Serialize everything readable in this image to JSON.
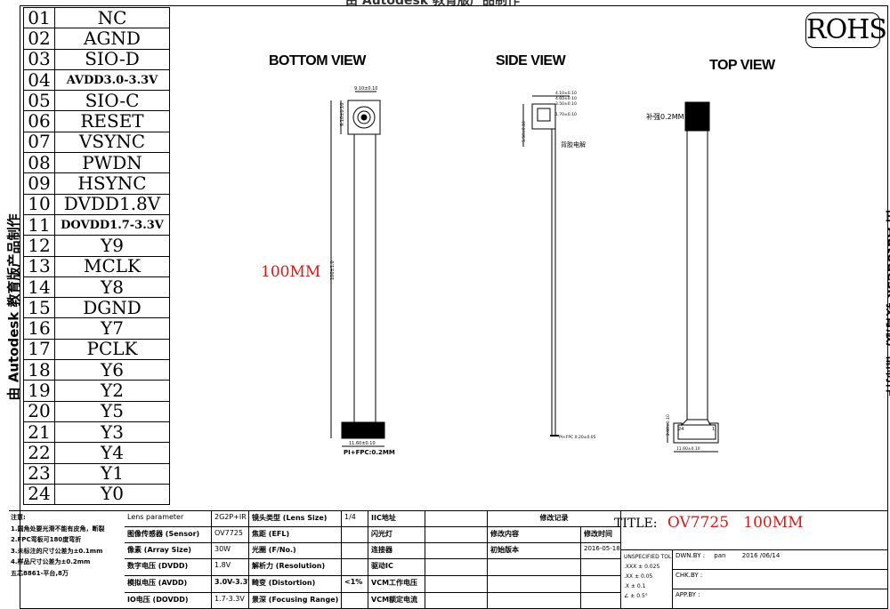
{
  "pins": [
    {
      "num": "01",
      "name": "NC"
    },
    {
      "num": "02",
      "name": "AGND"
    },
    {
      "num": "03",
      "name": "SIO-D"
    },
    {
      "num": "04",
      "name": "AVDD3.0-3.3V",
      "small": true
    },
    {
      "num": "05",
      "name": "SIO-C"
    },
    {
      "num": "06",
      "name": "RESET"
    },
    {
      "num": "07",
      "name": "VSYNC"
    },
    {
      "num": "08",
      "name": "PWDN"
    },
    {
      "num": "09",
      "name": "HSYNC"
    },
    {
      "num": "10",
      "name": "DVDD1.8V"
    },
    {
      "num": "11",
      "name": "DOVDD1.7-3.3V",
      "small": true
    },
    {
      "num": "12",
      "name": "Y9"
    },
    {
      "num": "13",
      "name": "MCLK"
    },
    {
      "num": "14",
      "name": "Y8"
    },
    {
      "num": "15",
      "name": "DGND"
    },
    {
      "num": "16",
      "name": "Y7"
    },
    {
      "num": "17",
      "name": "PCLK"
    },
    {
      "num": "18",
      "name": "Y6"
    },
    {
      "num": "19",
      "name": "Y2"
    },
    {
      "num": "20",
      "name": "Y5"
    },
    {
      "num": "21",
      "name": "Y3"
    },
    {
      "num": "22",
      "name": "Y4"
    },
    {
      "num": "23",
      "name": "Y1"
    },
    {
      "num": "24",
      "name": "Y0"
    }
  ],
  "rohs": "ROHS",
  "views": {
    "bottom": "BOTTOM VIEW",
    "side": "SIDE VIEW",
    "top": "TOP VIEW"
  },
  "watermark": "由 Autodesk 教育版产品制作",
  "length_label": "100MM",
  "annotations": {
    "stiffener": "补强0.2MM",
    "glue": "背胶电解",
    "pi_fpc": "PI+FPC:0.2MM"
  },
  "notes": [
    "注意:",
    "1.圆角处要光滑不能有皮角，断裂",
    "2.FPC弯板可180度弯折",
    "3.未标注的尺寸公差为±0.1mm",
    "4.样品尺寸公差为±0.2mm",
    "五芯8861-平台,8万"
  ],
  "spec": {
    "lens_param": "Lens parameter",
    "lens_param_val": "2G2P+IR",
    "lens_size_lbl": "镜头类型 (Lens Size)",
    "lens_size_val": "1/4",
    "sensor_lbl": "图像传感器 (Sensor)",
    "sensor_val": "OV7725",
    "efl_lbl": "焦距 (EFL)",
    "array_lbl": "像素 (Array Size)",
    "array_val": "30W",
    "fno_lbl": "光圈 (F/No.)",
    "dvdd_lbl": "数字电压 (DVDD)",
    "dvdd_val": "1.8V",
    "res_lbl": "解析力 (Resolution)",
    "avdd_lbl": "模拟电压 (AVDD)",
    "avdd_val": "3.0V-3.3V",
    "dist_lbl": "畸变 (Distortion)",
    "dist_val": "<1%",
    "dovdd_lbl": "IO电压 (DOVDD)",
    "dovdd_val": "1.7-3.3V",
    "focus_lbl": "景深 (Focusing Range)"
  },
  "mid": {
    "iic": "IIC地址",
    "flash": "闪光灯",
    "conn": "连接器",
    "driver": "驱动IC",
    "vcm_v": "VCM工作电压",
    "vcm_i": "VCM额定电流"
  },
  "revision": {
    "header": "修改记录",
    "content": "修改内容",
    "time": "修改时间",
    "first": "初始版本",
    "date": "2016-05-18"
  },
  "title_block": {
    "title_lbl": "TITLE:",
    "title_val": "OV7725   100MM",
    "unspec": "UNSPECIFIED TOL",
    "dwn_lbl": "DWN.BY :",
    "dwn_name": "pan",
    "dwn_date": "2016 /06/14",
    "chk_lbl": "CHK.BY :",
    "app_lbl": "APP.BY :",
    "tol": [
      ".XXX  ±  0.025",
      ".XX   ±  0.05",
      ".X    ±  0.1",
      "∠    ±  0.5°"
    ]
  }
}
